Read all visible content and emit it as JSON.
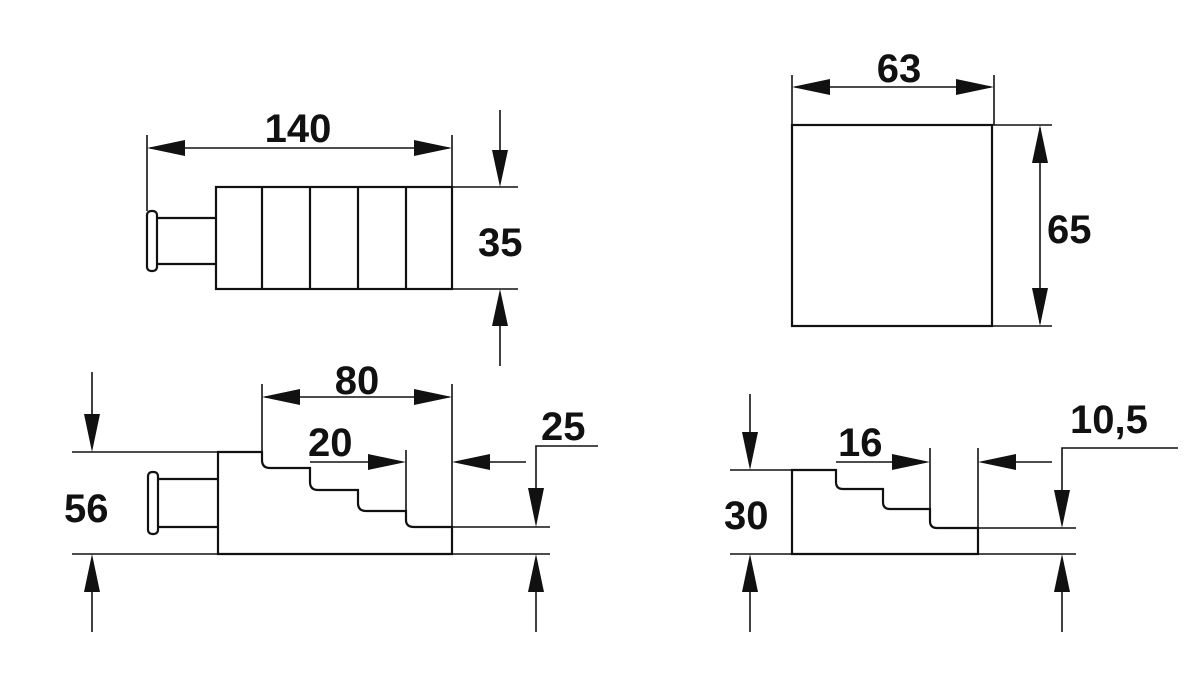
{
  "dimensions": {
    "top_left_width": "140",
    "top_left_height": "35",
    "top_right_width": "63",
    "top_right_height": "65",
    "bottom_left_total_step": "80",
    "bottom_left_step": "20",
    "bottom_left_offset": "25",
    "bottom_left_height": "56",
    "bottom_right_step": "16",
    "bottom_right_offset": "10,5",
    "bottom_right_height": "30"
  }
}
